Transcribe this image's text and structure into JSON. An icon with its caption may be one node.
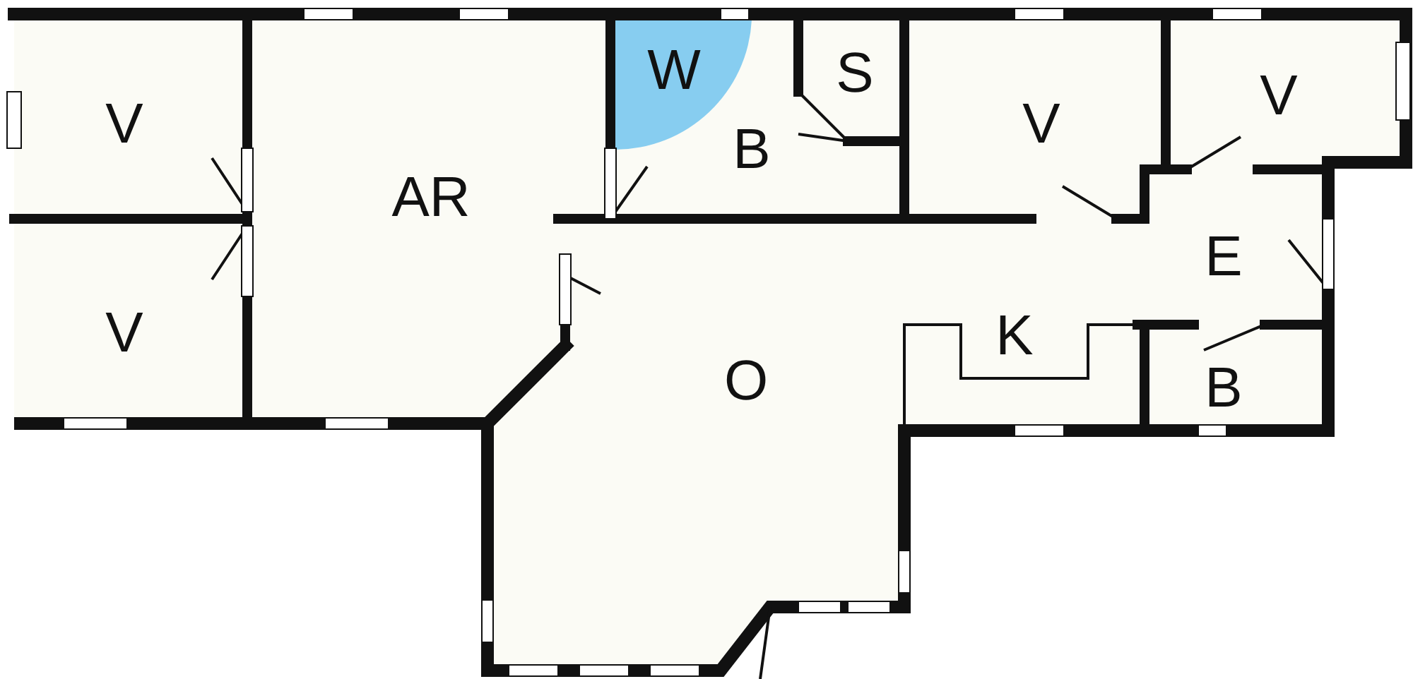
{
  "diagram": {
    "labels": [
      "V",
      "W",
      "S",
      "V",
      "V",
      "B",
      "AR",
      "E",
      "V",
      "K",
      "O",
      "B"
    ]
  }
}
